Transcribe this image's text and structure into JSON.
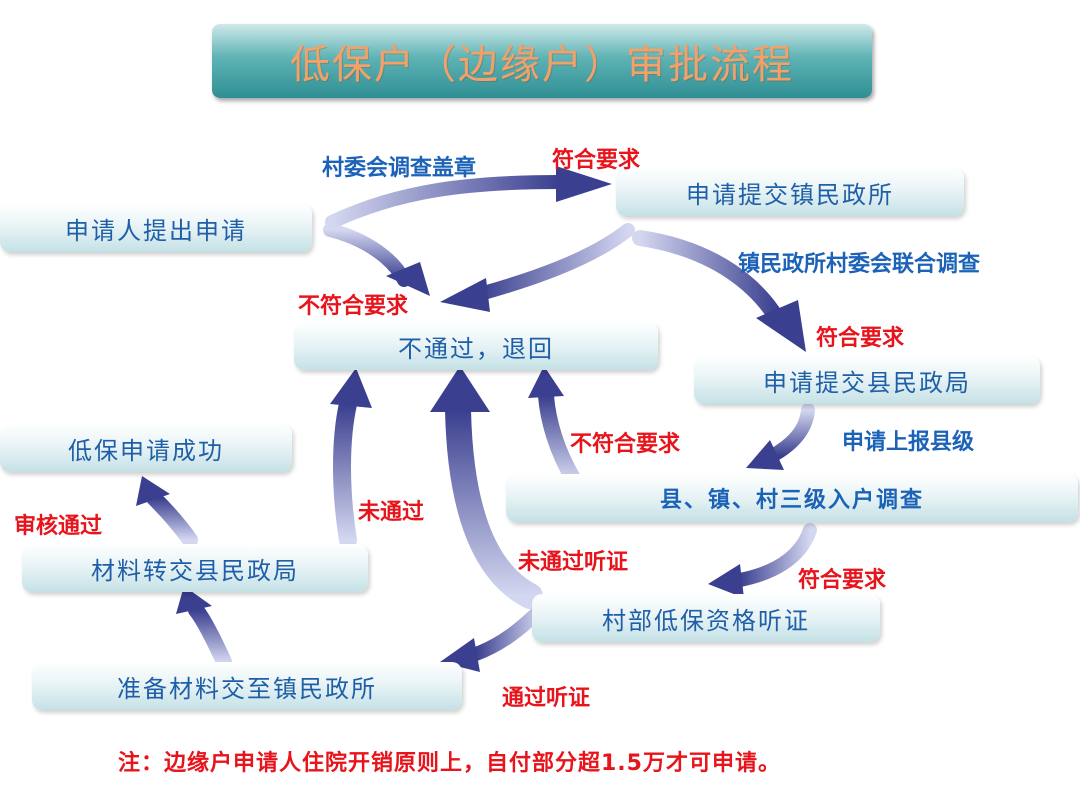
{
  "title": "低保户（边缘户）审批流程",
  "nodes": {
    "applicant": "申请人提出申请",
    "submit_town": "申请提交镇民政所",
    "reject": "不通过，退回",
    "submit_county": "申请提交县民政局",
    "success": "低保申请成功",
    "survey": "县、镇、村三级入户调查",
    "transfer_county": "材料转交县民政局",
    "hearing": "村部低保资格听证",
    "prepare": "准备材料交至镇民政所"
  },
  "labels": {
    "village_stamp": "村委会调查盖章",
    "meets_1": "符合要求",
    "joint_survey": "镇民政所村委会联合调查",
    "not_meets_1": "不符合要求",
    "meets_2": "符合要求",
    "report_county": "申请上报县级",
    "not_meets_2": "不符合要求",
    "review_pass": "审核通过",
    "not_passed": "未通过",
    "hearing_failed": "未通过听证",
    "meets_3": "符合要求",
    "hearing_passed": "通过听证"
  },
  "note": "注：边缘户申请人住院开销原则上，自付部分超1.5万才可申请。",
  "colors": {
    "arrow_dark": "#3a3f8f",
    "arrow_light": "#c7cbeb",
    "red": "#e8141c",
    "blue": "#1c63b8",
    "title_text": "#f3a069"
  }
}
